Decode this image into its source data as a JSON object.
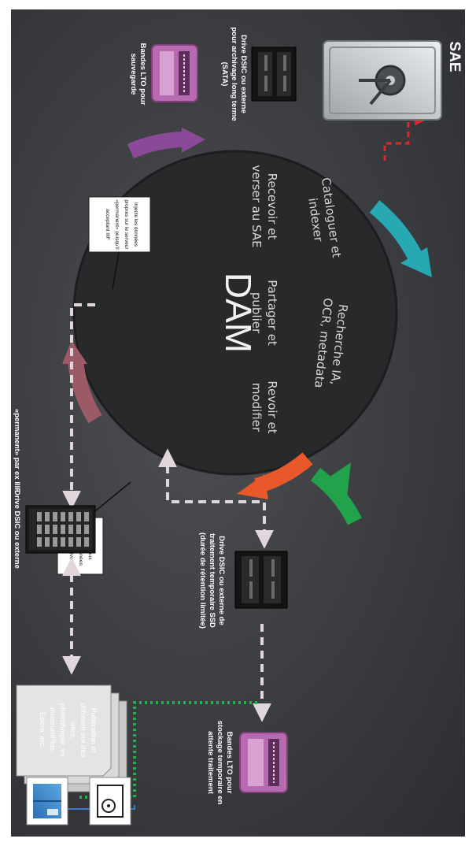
{
  "dam": {
    "title": "DAM",
    "steps": [
      {
        "line1": "Cataloguer et",
        "line2": "indexer",
        "color": "#27a9b3"
      },
      {
        "line1": "Recevoir et",
        "line2": "verser au SAE",
        "color": "#22a24a"
      },
      {
        "line1": "Partager et",
        "line2": "publier",
        "color": "#e9582a"
      },
      {
        "line1": "Revoir et",
        "line2": "modifier",
        "color": "#9c5a66"
      },
      {
        "line1": "Recherche IA,",
        "line2": "OCR, metadata",
        "color": "#8a4a98"
      }
    ]
  },
  "sae": {
    "title": "SAE",
    "drive_label": [
      "Drive DSIC ou externe",
      "pour archivage long terme",
      "(SATA)"
    ],
    "tapes_label": [
      "Bandes LTO pour",
      "sauvegarde"
    ]
  },
  "temp_drive": {
    "label": [
      "Drive DSIC ou externe de",
      "traitement temporaire SSD",
      "(durée de rétention limitée)"
    ]
  },
  "perm_drive": {
    "label": [
      "Drive DSIC ou externe",
      "«permanent» par ex IIIF"
    ]
  },
  "lto_pending": {
    "label": [
      "Bandes LTO pour",
      "stockage temporaire en",
      "attente traitement"
    ]
  },
  "publication": {
    "label": [
      "Publication et",
      "diffusion sur des",
      "sites,",
      "photothèque, ex",
      "museumPlus,",
      "Edera, etc."
    ]
  },
  "notes": {
    "access": [
      "Accède aux",
      "images/données",
      "sur nos drives"
    ],
    "inject": [
      "Injecte les données",
      "propres sur le serveur",
      "«permanent» puisqu'il",
      "acceptant IIIF"
    ]
  },
  "colors": {
    "background": "#3a3c40",
    "dam_disc": "#28292b",
    "dashed_link": "#e0d6dc",
    "green_link": "#21b24b",
    "red_link": "#e0262a",
    "tape_magenta": "#b86ab0"
  },
  "icons": [
    "safe-icon",
    "server-icon",
    "rack-server-icon",
    "tape-cartridge-icon",
    "document-stack-icon",
    "scanner-icon",
    "camera-icon"
  ]
}
